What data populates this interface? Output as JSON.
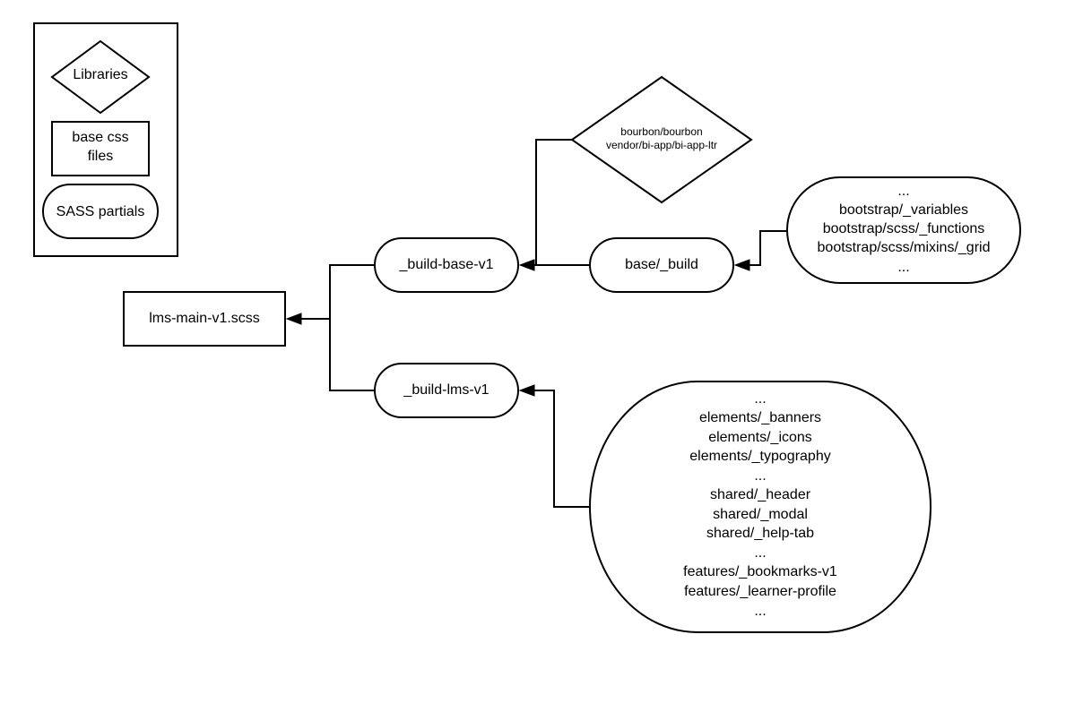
{
  "legend": {
    "libraries": "Libraries",
    "base_css_line1": "base css",
    "base_css_line2": "files",
    "sass_partials": "SASS partials"
  },
  "nodes": {
    "main": "lms-main-v1.scss",
    "build_base": "_build-base-v1",
    "build_lms": "_build-lms-v1",
    "base_build": "base/_build",
    "libraries_1": "bourbon/bourbon",
    "libraries_2": "vendor/bi-app/bi-app-ltr",
    "bootstrap_lines": [
      "...",
      "bootstrap/_variables",
      "bootstrap/scss/_functions",
      "bootstrap/scss/mixins/_grid",
      "..."
    ],
    "lms_lines": [
      "...",
      "elements/_banners",
      "elements/_icons",
      "elements/_typography",
      "...",
      "shared/_header",
      "shared/_modal",
      "shared/_help-tab",
      "...",
      "features/_bookmarks-v1",
      "features/_learner-profile",
      "..."
    ]
  }
}
